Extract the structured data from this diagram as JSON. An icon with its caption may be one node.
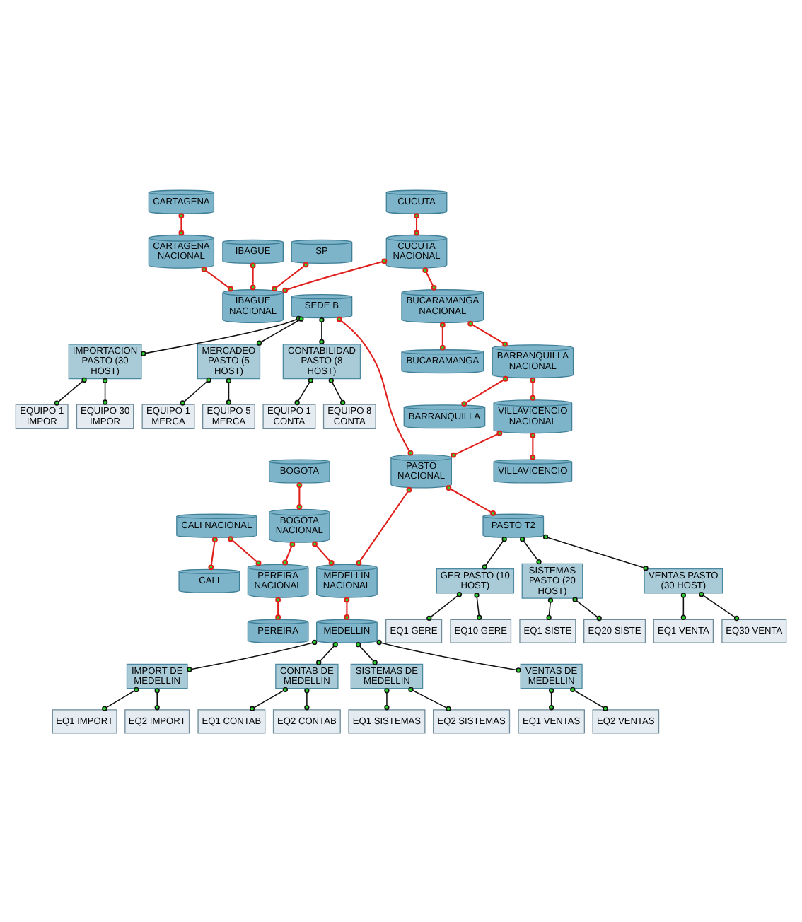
{
  "diagram": {
    "nodes": [
      {
        "text": [
          "CARTAGENA"
        ]
      },
      {
        "text": [
          "IBAGUE"
        ]
      },
      {
        "text": [
          "CUCUTA"
        ]
      },
      {
        "text": [
          "CARTAGENA NACIONAL"
        ]
      },
      {
        "text": [
          "SP"
        ]
      },
      {
        "text": [
          "CUCUTA NACIONAL"
        ]
      },
      {
        "text": [
          "IBAGUE NACIONAL"
        ]
      },
      {
        "text": [
          "SEDE B"
        ]
      },
      {
        "text": [
          "BUCARAMANGA NACIONAL"
        ]
      },
      {
        "text": [
          "BUCARAMANGA"
        ]
      },
      {
        "text": [
          "IMPORTACION PASTO (30 HOST)"
        ]
      },
      {
        "text": [
          "MERCADEO PASTO (5 HOST)"
        ]
      },
      {
        "text": [
          "CONTABILIDAD PASTO (8 HOST)"
        ]
      },
      {
        "text": [
          "BOGOTA"
        ]
      },
      {
        "text": [
          "CALI NACIONAL"
        ]
      },
      {
        "text": [
          "CALI"
        ]
      },
      {
        "text": [
          "BARRANQUILLA NACIONAL"
        ]
      },
      {
        "text": [
          "BARRANQUILLA"
        ]
      },
      {
        "text": [
          "EQUIPO 1 IMPOR"
        ]
      },
      {
        "text": [
          "EQUIPO 30 IMPOR"
        ]
      },
      {
        "text": [
          "EQUIPO 1 MERCA"
        ]
      },
      {
        "text": [
          "EQUIPO 5 MERCA"
        ]
      },
      {
        "text": [
          "EQUIPO 1 CONTA"
        ]
      },
      {
        "text": [
          "EQUIPO 8 CONTA"
        ]
      },
      {
        "text": [
          "PEREIRA NACIONAL"
        ]
      },
      {
        "text": [
          "BOGOTA NACIONAL"
        ]
      },
      {
        "text": [
          "PEREIRA"
        ]
      },
      {
        "text": [
          "VILLAVICENCIO NACIONAL"
        ]
      },
      {
        "text": [
          "VILLAVICENCIO"
        ]
      },
      {
        "text": [
          "MEDELLIN NACIONAL"
        ]
      },
      {
        "text": [
          "PASTO NACIONAL"
        ]
      },
      {
        "text": [
          "MEDELLIN"
        ]
      },
      {
        "text": [
          "PASTO T2"
        ]
      },
      {
        "text": [
          "GER PASTO (10 HOST)"
        ]
      },
      {
        "text": [
          "SISTEMAS PASTO (20 HOST)"
        ]
      },
      {
        "text": [
          "VENTAS PASTO (30 HOST)"
        ]
      },
      {
        "text": [
          "IMPORT DE MEDELLIN"
        ]
      },
      {
        "text": [
          "CONTAB DE MEDELLIN"
        ]
      },
      {
        "text": [
          "SISTEMAS DE MEDELLIN"
        ]
      },
      {
        "text": [
          "VENTAS DE MEDELLIN"
        ]
      },
      {
        "text": [
          "EQ1 GERE"
        ]
      },
      {
        "text": [
          "EQ10 GERE"
        ]
      },
      {
        "text": [
          "EQ1 SISTE"
        ]
      },
      {
        "text": [
          "EQ20 SISTE"
        ]
      },
      {
        "text": [
          "EQ1 VENTA"
        ]
      },
      {
        "text": [
          "EQ30 VENTA"
        ]
      },
      {
        "text": [
          "EQ1 IMPORT"
        ]
      },
      {
        "text": [
          "EQ2 IMPORT"
        ]
      },
      {
        "text": [
          "EQ1 CONTAB"
        ]
      },
      {
        "text": [
          "EQ2 CONTAB"
        ]
      },
      {
        "text": [
          "EQ1 SISTEMAS"
        ]
      },
      {
        "text": [
          "EQ2 SISTEMAS"
        ]
      },
      {
        "text": [
          "EQ1 VENTAS"
        ]
      },
      {
        "text": [
          "EQ2 VENTAS"
        ]
      }
    ],
    "edges": [
      {
        "from": 0,
        "to": 3,
        "arrow": "other",
        "color": "#e0201c"
      },
      {
        "from": 2,
        "to": 5,
        "arrow": "other",
        "color": "#e0201c"
      },
      {
        "from": 3,
        "to": 6,
        "arrow": "other",
        "color": "#e0201c"
      },
      {
        "from": 1,
        "to": 6,
        "arrow": "other",
        "color": "#e0201c"
      },
      {
        "from": 4,
        "to": 6,
        "arrow": "other",
        "color": "#e0201c"
      },
      {
        "from": 5,
        "to": 6,
        "arrow": "other",
        "color": "#e0201c"
      },
      {
        "from": 5,
        "to": 8,
        "arrow": "other",
        "color": "#e0201c"
      },
      {
        "from": 8,
        "to": 9,
        "arrow": "other",
        "color": "#e0201c"
      },
      {
        "from": 8,
        "to": 16,
        "arrow": "other",
        "color": "#e0201c"
      },
      {
        "from": 16,
        "to": 17,
        "arrow": "other",
        "color": "#e0201c"
      },
      {
        "from": 16,
        "to": 27,
        "arrow": "other",
        "color": "#e0201c"
      },
      {
        "from": 27,
        "to": 28,
        "arrow": "other",
        "color": "#e0201c"
      },
      {
        "from": 27,
        "to": 30,
        "arrow": "other",
        "color": "#e0201c"
      },
      {
        "from": 7,
        "to": 30,
        "arrow": "other",
        "color": "#e0201c"
      },
      {
        "from": 30,
        "to": 29,
        "arrow": "other",
        "color": "#e0201c"
      },
      {
        "from": 30,
        "to": 32,
        "arrow": "other",
        "color": "#e0201c"
      },
      {
        "from": 13,
        "to": 25,
        "arrow": "other",
        "color": "#e0201c"
      },
      {
        "from": 25,
        "to": 24,
        "arrow": "other",
        "color": "#e0201c"
      },
      {
        "from": 14,
        "to": 24,
        "arrow": "other",
        "color": "#e0201c"
      },
      {
        "from": 14,
        "to": 15,
        "arrow": "other",
        "color": "#e0201c"
      },
      {
        "from": 24,
        "to": 26,
        "arrow": "other",
        "color": "#e0201c"
      },
      {
        "from": 25,
        "to": 29,
        "arrow": "other",
        "color": "#e0201c"
      },
      {
        "from": 29,
        "to": 31,
        "arrow": "other",
        "color": "#e0201c"
      },
      {
        "from": 7,
        "to": 10,
        "arrow": "other"
      },
      {
        "from": 7,
        "to": 11,
        "arrow": "other"
      },
      {
        "from": 7,
        "to": 12,
        "arrow": "other"
      },
      {
        "from": 10,
        "to": 18,
        "arrow": "other"
      },
      {
        "from": 10,
        "to": 19,
        "arrow": "other"
      },
      {
        "from": 11,
        "to": 20,
        "arrow": "other"
      },
      {
        "from": 11,
        "to": 21,
        "arrow": "other"
      },
      {
        "from": 12,
        "to": 22,
        "arrow": "other"
      },
      {
        "from": 12,
        "to": 23,
        "arrow": "other"
      },
      {
        "from": 32,
        "to": 33,
        "arrow": "other"
      },
      {
        "from": 32,
        "to": 34,
        "arrow": "other"
      },
      {
        "from": 32,
        "to": 35,
        "arrow": "other"
      },
      {
        "from": 33,
        "to": 40,
        "arrow": "other"
      },
      {
        "from": 33,
        "to": 41,
        "arrow": "other"
      },
      {
        "from": 34,
        "to": 42,
        "arrow": "other"
      },
      {
        "from": 34,
        "to": 43,
        "arrow": "other"
      },
      {
        "from": 35,
        "to": 44,
        "arrow": "other"
      },
      {
        "from": 35,
        "to": 45,
        "arrow": "other"
      },
      {
        "from": 31,
        "to": 36,
        "arrow": "other"
      },
      {
        "from": 31,
        "to": 37,
        "arrow": "other"
      },
      {
        "from": 31,
        "to": 38,
        "arrow": "other"
      },
      {
        "from": 31,
        "to": 39,
        "arrow": "other"
      },
      {
        "from": 36,
        "to": 46,
        "arrow": "other"
      },
      {
        "from": 36,
        "to": 47,
        "arrow": "other"
      },
      {
        "from": 37,
        "to": 48,
        "arrow": "other"
      },
      {
        "from": 37,
        "to": 49,
        "arrow": "other"
      },
      {
        "from": 38,
        "to": 50,
        "arrow": "other"
      },
      {
        "from": 38,
        "to": 51,
        "arrow": "other"
      },
      {
        "from": 39,
        "to": 52,
        "arrow": "other"
      },
      {
        "from": 39,
        "to": 53,
        "arrow": "other"
      }
    ]
  }
}
